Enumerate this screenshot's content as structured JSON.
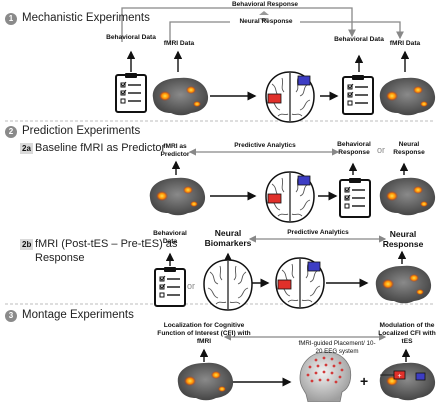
{
  "section1": {
    "num": "1",
    "title": "Mechanistic Experiments",
    "behavioral_response": "Behavioral Response",
    "neural_response": "Neural Response",
    "behavioral_data": "Behavioral Data",
    "fmri_data": "fMRI Data"
  },
  "section2": {
    "num": "2",
    "title": "Prediction Experiments",
    "a": {
      "tag": "2a",
      "title": "Baseline fMRI as Predictor",
      "fmri_predictor": "fMRI as Predictor",
      "predictive_analytics": "Predictive Analytics",
      "behavioral_response": "Behavioral Response",
      "or": "or",
      "neural_response": "Neural Response"
    },
    "b": {
      "tag": "2b",
      "title_line1": "fMRI (Post-tES – Pre-tES) as",
      "title_line2": "Response",
      "behavioral_data": "Behavioral Data",
      "neural_biomarkers": "Neural Biomarkers",
      "predictive_analytics": "Predictive Analytics",
      "neural_response": "Neural Response",
      "or": "or"
    }
  },
  "section3": {
    "num": "3",
    "title": "Montage Experiments",
    "localization": "Localization for Cognitive Function of Interest (CFI) with fMRI",
    "modulation": "Modulation of the Localized CFI with tES",
    "placement": "fMRI-guided Placement/ 10-20 EEG system",
    "plus": "+"
  }
}
